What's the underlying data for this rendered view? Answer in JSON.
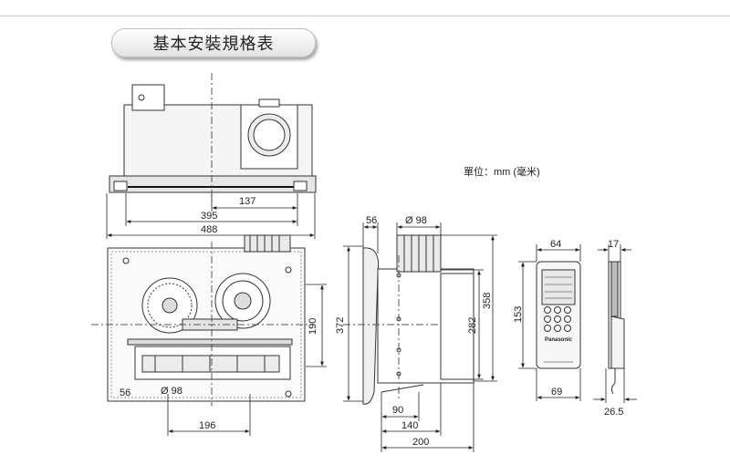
{
  "title": "基本安裝規格表",
  "unit_note": "單位：mm (毫米)",
  "top_view": {
    "dim_inner": "137",
    "dim_mid": "395",
    "dim_outer": "488"
  },
  "front_view": {
    "dim_left": "56",
    "dim_vent": "Ø 98",
    "dim_bottom": "196",
    "dim_height": "190"
  },
  "side_view": {
    "dim_top": "56",
    "dim_vent": "Ø 98",
    "dim_left": "372",
    "dim_right_inner": "282",
    "dim_right_outer": "358",
    "dim_b1": "90",
    "dim_b2": "140",
    "dim_b3": "200"
  },
  "controller": {
    "dim_width": "64",
    "dim_height": "153",
    "dim_bottom": "69",
    "side_top": "17",
    "side_bottom": "26.5",
    "brand": "Panasonic"
  }
}
